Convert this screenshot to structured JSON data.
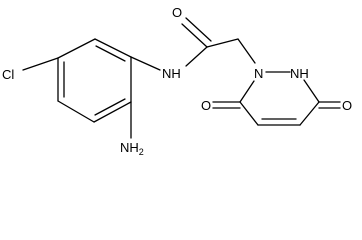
{
  "molecule": {
    "labels": {
      "chlorine": "Cl",
      "amine_n": "NH",
      "amine_sub": "2",
      "amide_nh": "NH",
      "carbonyl_o_top": "O",
      "ring_n1": "N",
      "ring_nh": "NH",
      "ring_o_left": "O",
      "ring_o_right": "O"
    }
  },
  "colors": {
    "bond": "#000000",
    "label": "#000000",
    "background": "#ffffff"
  }
}
